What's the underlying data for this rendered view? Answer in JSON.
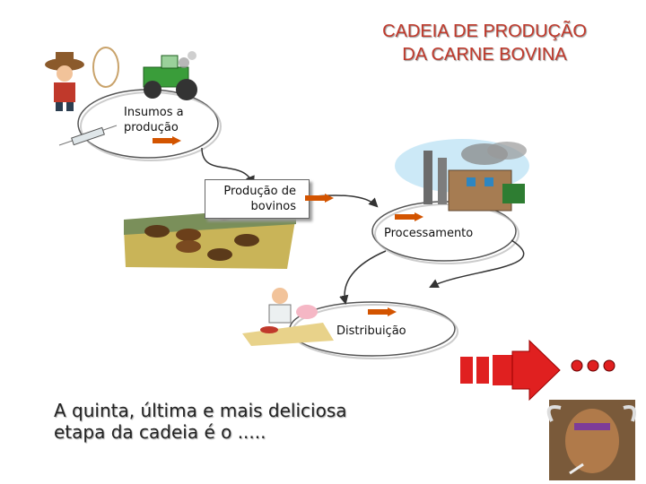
{
  "title": {
    "line1": "CADEIA DE PRODUÇÃO",
    "line2": "DA CARNE BOVINA"
  },
  "nodes": {
    "insumos": {
      "line1": "Insumos a",
      "line2": "produção"
    },
    "producao": {
      "line1": "Produção de",
      "line2": "bovinos"
    },
    "processamento": {
      "label": "Processamento"
    },
    "distribuicao": {
      "label": "Distribuição"
    }
  },
  "footer": {
    "line1": "A quinta, última e mais deliciosa",
    "line2": "etapa da cadeia é o ....."
  },
  "colors": {
    "title": "#c0392b",
    "arrow": "#d35400",
    "big_arrow": "#e02020"
  }
}
